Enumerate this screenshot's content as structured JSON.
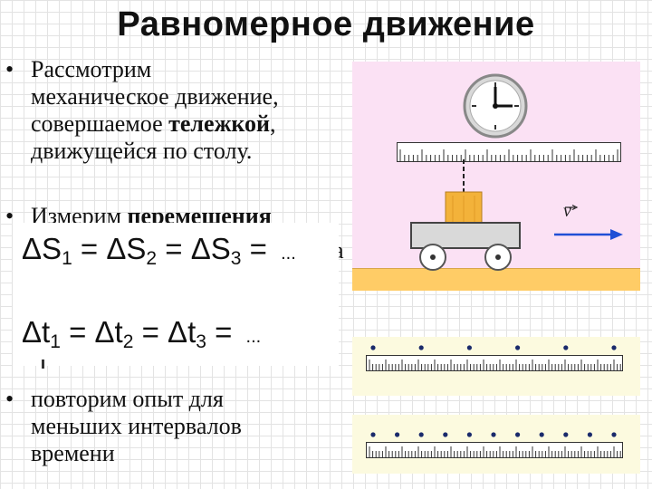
{
  "slide": {
    "title": "Равномерное движение",
    "bullet_symbol": "•",
    "bullet1": {
      "line1": "Рассмотрим",
      "line2": "механическое движение,",
      "line3_pre": "совершаемое ",
      "line3_bold": "тележкой",
      "line3_post": ",",
      "line4": "движущейся по столу."
    },
    "bullet2": {
      "pre": "Измерим ",
      "bold": "перемещения"
    },
    "clipped_letter": "а",
    "bullet3": {
      "line1": "повторим опыт для",
      "line2": "меньших интервалов",
      "line3": "времени"
    }
  },
  "formulas": {
    "displacement": {
      "delta": "ΔS",
      "eq": " = ",
      "sub1": "1",
      "sub2": "2",
      "sub3": "3",
      "dots": "..."
    },
    "time": {
      "delta": "Δt",
      "eq": " = ",
      "sub1": "1",
      "sub2": "2",
      "sub3": "3",
      "dots": "..."
    }
  },
  "illustration": {
    "vector_symbol": "v",
    "colors": {
      "scene_bg": "#fbe1f4",
      "table": "#ffcc66",
      "strip_bg": "#fcfadf",
      "arrow": "#1f4fd6",
      "block": "#f3b23a"
    },
    "icons": [
      "clock-icon",
      "ruler-icon",
      "cart-icon",
      "velocity-arrow-icon"
    ],
    "strip1_dots": 6,
    "strip2_dots": 11
  }
}
